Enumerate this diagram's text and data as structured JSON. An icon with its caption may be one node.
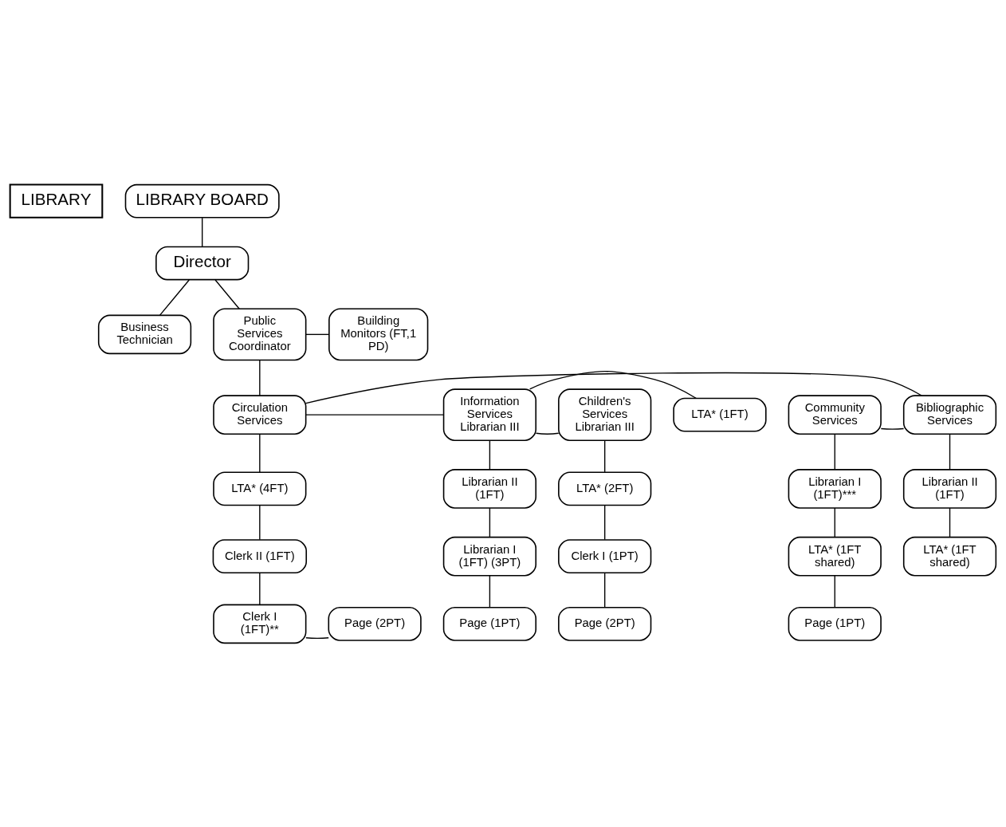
{
  "diagram": {
    "nodes": [
      {
        "text": [
          "LIBRARY"
        ]
      },
      {
        "text": [
          "LIBRARY BOARD"
        ]
      },
      {
        "text": [
          "Director"
        ]
      },
      {
        "text": [
          "Business Technician"
        ]
      },
      {
        "text": [
          "Public Services Coordinator"
        ]
      },
      {
        "text": [
          "Building Monitors (FT,1 PD)"
        ]
      },
      {
        "text": [
          "Children's Services Librarian III"
        ]
      },
      {
        "text": [
          "Information Services Librarian III"
        ]
      },
      {
        "text": [
          "Circulation Services"
        ]
      },
      {
        "text": [
          "Bibliographic Services"
        ]
      },
      {
        "text": [
          "Community Services"
        ]
      },
      {
        "text": [
          "LTA* (2FT)"
        ]
      },
      {
        "text": [
          "Librarian II (1FT)"
        ]
      },
      {
        "text": [
          "LTA* (1FT)"
        ]
      },
      {
        "text": [
          "LTA* (4FT)"
        ]
      },
      {
        "text": [
          "Librarian II (1FT)"
        ]
      },
      {
        "text": [
          "Librarian I (1FT)***"
        ]
      },
      {
        "text": [
          "Clerk I (1PT)"
        ]
      },
      {
        "text": [
          "Librarian I (1FT) (3PT)"
        ]
      },
      {
        "text": [
          "Clerk II (1FT)"
        ]
      },
      {
        "text": [
          "LTA* (1FT shared)"
        ]
      },
      {
        "text": [
          "LTA* (1FT shared)"
        ]
      },
      {
        "text": [
          "Page (2PT)"
        ]
      },
      {
        "text": [
          "Page (1PT)"
        ]
      },
      {
        "text": [
          "Page (2PT)"
        ]
      },
      {
        "text": [
          "Clerk I (1FT)**"
        ]
      },
      {
        "text": [
          "Page (1PT)"
        ]
      }
    ],
    "edges": [
      {
        "from": 1,
        "to": 2,
        "arrow": "none"
      },
      {
        "from": 2,
        "to": 3,
        "arrow": "none"
      },
      {
        "from": 2,
        "to": 4,
        "arrow": "none"
      },
      {
        "from": 4,
        "to": 5,
        "arrow": "none"
      },
      {
        "from": 4,
        "to": 8,
        "arrow": "none"
      },
      {
        "from": 8,
        "to": 7,
        "arrow": "none"
      },
      {
        "from": 7,
        "to": 6,
        "arrow": "none"
      },
      {
        "from": 7,
        "to": 13,
        "arrow": "none"
      },
      {
        "from": 8,
        "to": 9,
        "arrow": "none"
      },
      {
        "from": 9,
        "to": 10,
        "arrow": "none"
      },
      {
        "from": 6,
        "to": 11,
        "arrow": "none"
      },
      {
        "from": 11,
        "to": 17,
        "arrow": "none"
      },
      {
        "from": 17,
        "to": 22,
        "arrow": "none"
      },
      {
        "from": 7,
        "to": 12,
        "arrow": "none"
      },
      {
        "from": 12,
        "to": 18,
        "arrow": "none"
      },
      {
        "from": 18,
        "to": 23,
        "arrow": "none"
      },
      {
        "from": 8,
        "to": 14,
        "arrow": "none"
      },
      {
        "from": 14,
        "to": 19,
        "arrow": "none"
      },
      {
        "from": 19,
        "to": 25,
        "arrow": "none"
      },
      {
        "from": 25,
        "to": 24,
        "arrow": "none"
      },
      {
        "from": 9,
        "to": 15,
        "arrow": "none"
      },
      {
        "from": 15,
        "to": 20,
        "arrow": "none"
      },
      {
        "from": 10,
        "to": 16,
        "arrow": "none"
      },
      {
        "from": 16,
        "to": 21,
        "arrow": "none"
      },
      {
        "from": 21,
        "to": 26,
        "arrow": "none"
      }
    ]
  }
}
